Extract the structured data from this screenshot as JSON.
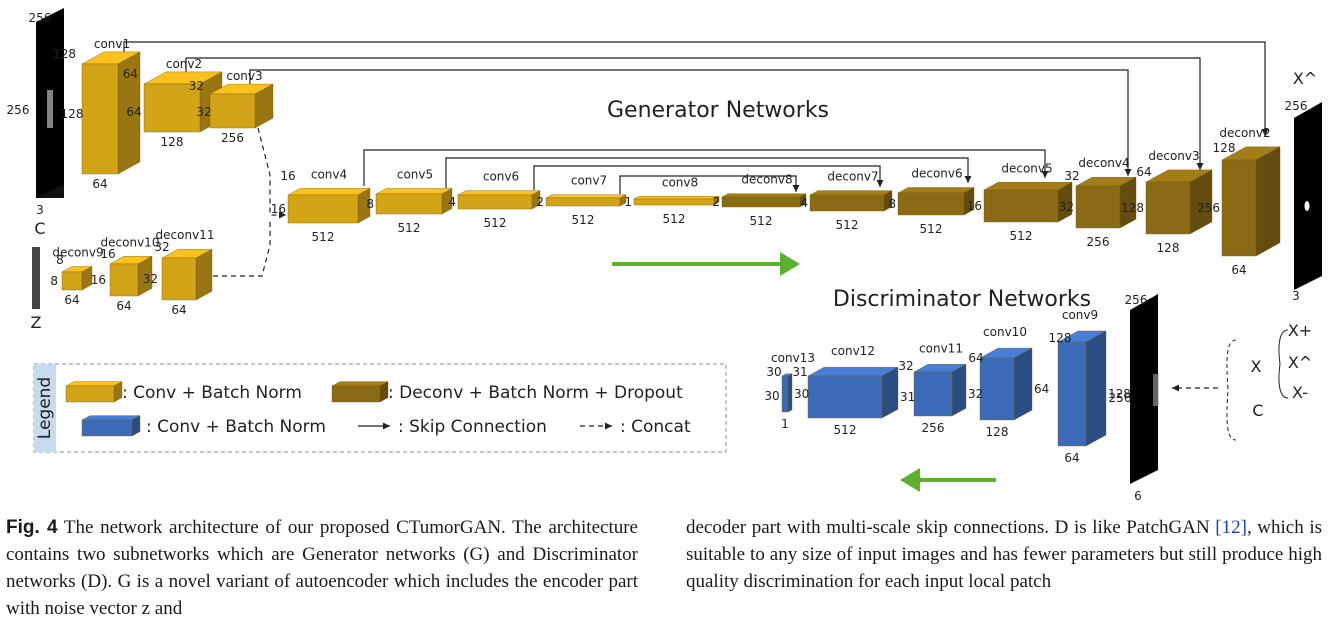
{
  "figure": {
    "generator_title": "Generator Networks",
    "discriminator_title": "Discriminator Networks",
    "legend": {
      "title": "Legend",
      "items": [
        {
          "label": ": Conv + Batch Norm",
          "color": "#d4a418"
        },
        {
          "label": ": Deconv + Batch Norm + Dropout",
          "color": "#8a6a14"
        },
        {
          "label": ": Conv + Batch Norm",
          "color": "#3b6bb8"
        },
        {
          "label": ": Skip Connection"
        },
        {
          "label": ": Concat"
        }
      ]
    },
    "input": {
      "height": "256",
      "width": "256",
      "channels": "3",
      "label": "C"
    },
    "noise_label": "Z",
    "output": {
      "label": "X^",
      "height": "256",
      "channels": "3"
    },
    "generator_encoder": [
      {
        "name": "conv1",
        "channels": "128",
        "height": "128",
        "width": "64"
      },
      {
        "name": "conv2",
        "channels": "64",
        "height": "64",
        "width": "128"
      },
      {
        "name": "conv3",
        "channels": "32",
        "height": "32",
        "width": "256"
      }
    ],
    "noise_branch": [
      {
        "name": "deconv9",
        "channels": "8",
        "height": "8",
        "width": "64"
      },
      {
        "name": "deconv10",
        "channels": "16",
        "height": "16",
        "width": "64"
      },
      {
        "name": "deconv11",
        "channels": "32",
        "height": "32",
        "width": "64"
      }
    ],
    "generator_bottleneck": [
      {
        "name": "conv4",
        "channels": "16",
        "height": "16",
        "width": "512"
      },
      {
        "name": "conv5",
        "channels": "8",
        "height": "8",
        "width": "512"
      },
      {
        "name": "conv6",
        "channels": "4",
        "height": "4",
        "width": "512"
      },
      {
        "name": "conv7",
        "channels": "2",
        "height": "2",
        "width": "512"
      },
      {
        "name": "conv8",
        "channels": "1",
        "height": "1",
        "width": "512"
      },
      {
        "name": "deconv8",
        "channels": "2",
        "height": "2",
        "width": "512"
      },
      {
        "name": "deconv7",
        "channels": "4",
        "height": "4",
        "width": "512"
      },
      {
        "name": "deconv6",
        "channels": "8",
        "height": "8",
        "width": "512"
      },
      {
        "name": "deconv5",
        "channels": "16",
        "height": "16",
        "width": "512"
      },
      {
        "name": "deconv4",
        "channels": "32",
        "height": "32",
        "width": "256"
      },
      {
        "name": "deconv3",
        "channels": "64",
        "height": "128",
        "width": "128"
      },
      {
        "name": "deconv2",
        "channels": "128",
        "height": "256",
        "width": "64"
      }
    ],
    "discriminator": [
      {
        "name": "conv9",
        "channels": "128",
        "height": "128",
        "width": "64"
      },
      {
        "name": "conv10",
        "channels": "64",
        "height": "64",
        "width": "128"
      },
      {
        "name": "conv11",
        "channels": "32",
        "height": "32",
        "width": "256"
      },
      {
        "name": "conv12",
        "channels": "31",
        "height": "31",
        "width": "512"
      },
      {
        "name": "conv13",
        "channels": "30",
        "height": "30",
        "width": "1"
      }
    ],
    "disc_input": {
      "height": "256",
      "width": "256",
      "channels": "6"
    },
    "disc_inputs": {
      "x": "X",
      "x_plus": "X+",
      "x_hat": "X^",
      "x_minus": "X-",
      "c": "C"
    }
  },
  "caption": {
    "fig_label": "Fig. 4",
    "left": "The network architecture of our proposed CTumorGAN. The architecture contains two subnetworks which are Generator networks (G) and Discriminator networks (D). G is a novel variant of autoencoder which includes the encoder part with noise vector z and",
    "right_1": "decoder part with multi-scale skip connections. D is like PatchGAN",
    "right_ref": "[12]",
    "right_2": ", which is suitable to any size of input images and has fewer parameters but still produce high quality discrimination for each input local patch"
  }
}
